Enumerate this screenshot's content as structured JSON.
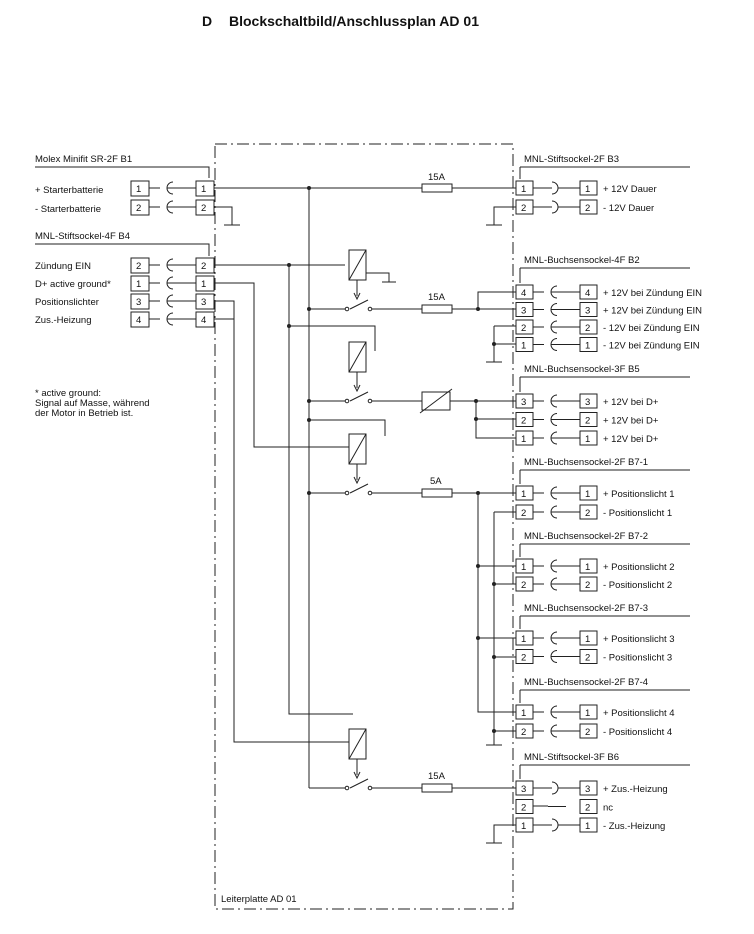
{
  "title": {
    "letter": "D",
    "text": "Blockschaltbild/Anschlussplan AD 01"
  },
  "board_label": "Leiterplatte AD 01",
  "footnote": [
    "* active ground:",
    "Signal auf Masse, während",
    "der Motor in Betrieb ist."
  ],
  "left_connectors": [
    {
      "title": "Molex Minifit SR-2F B1",
      "rows": [
        {
          "label": "+ Starterbatterie",
          "pin": "1"
        },
        {
          "label": "- Starterbatterie",
          "pin": "2"
        }
      ]
    },
    {
      "title": "MNL-Stiftsockel-4F B4",
      "rows": [
        {
          "label": "Zündung EIN",
          "pin": "2"
        },
        {
          "label": "D+ active ground*",
          "pin": "1"
        },
        {
          "label": "Positionslichter",
          "pin": "3"
        },
        {
          "label": "Zus.-Heizung",
          "pin": "4"
        }
      ]
    }
  ],
  "fuses": [
    "15A",
    "15A",
    "5A",
    "15A"
  ],
  "right_connectors": [
    {
      "title": "MNL-Stiftsockel-2F B3",
      "rows": [
        {
          "pin": "1",
          "label": "+ 12V Dauer"
        },
        {
          "pin": "2",
          "label": "- 12V Dauer"
        }
      ]
    },
    {
      "title": "MNL-Buchsensockel-4F B2",
      "rows": [
        {
          "pin": "4",
          "label": "+ 12V bei Zündung EIN"
        },
        {
          "pin": "3",
          "label": "+ 12V bei Zündung EIN"
        },
        {
          "pin": "2",
          "label": "- 12V bei Zündung EIN"
        },
        {
          "pin": "1",
          "label": "- 12V bei Zündung EIN"
        }
      ]
    },
    {
      "title": "MNL-Buchsensockel-3F B5",
      "rows": [
        {
          "pin": "3",
          "label": "+ 12V bei D+"
        },
        {
          "pin": "2",
          "label": "+ 12V bei D+"
        },
        {
          "pin": "1",
          "label": "+ 12V bei D+"
        }
      ]
    },
    {
      "title": "MNL-Buchsensockel-2F B7-1",
      "rows": [
        {
          "pin": "1",
          "label": "+ Positionslicht 1"
        },
        {
          "pin": "2",
          "label": "- Positionslicht 1"
        }
      ]
    },
    {
      "title": "MNL-Buchsensockel-2F B7-2",
      "rows": [
        {
          "pin": "1",
          "label": "+ Positionslicht 2"
        },
        {
          "pin": "2",
          "label": "- Positionslicht 2"
        }
      ]
    },
    {
      "title": "MNL-Buchsensockel-2F B7-3",
      "rows": [
        {
          "pin": "1",
          "label": "+ Positionslicht 3"
        },
        {
          "pin": "2",
          "label": "- Positionslicht 3"
        }
      ]
    },
    {
      "title": "MNL-Buchsensockel-2F B7-4",
      "rows": [
        {
          "pin": "1",
          "label": "+ Positionslicht 4"
        },
        {
          "pin": "2",
          "label": "- Positionslicht 4"
        }
      ]
    },
    {
      "title": "MNL-Stiftsockel-3F B6",
      "rows": [
        {
          "pin": "3",
          "label": "+ Zus.-Heizung"
        },
        {
          "pin": "2",
          "label": "nc"
        },
        {
          "pin": "1",
          "label": "- Zus.-Heizung"
        }
      ]
    }
  ]
}
